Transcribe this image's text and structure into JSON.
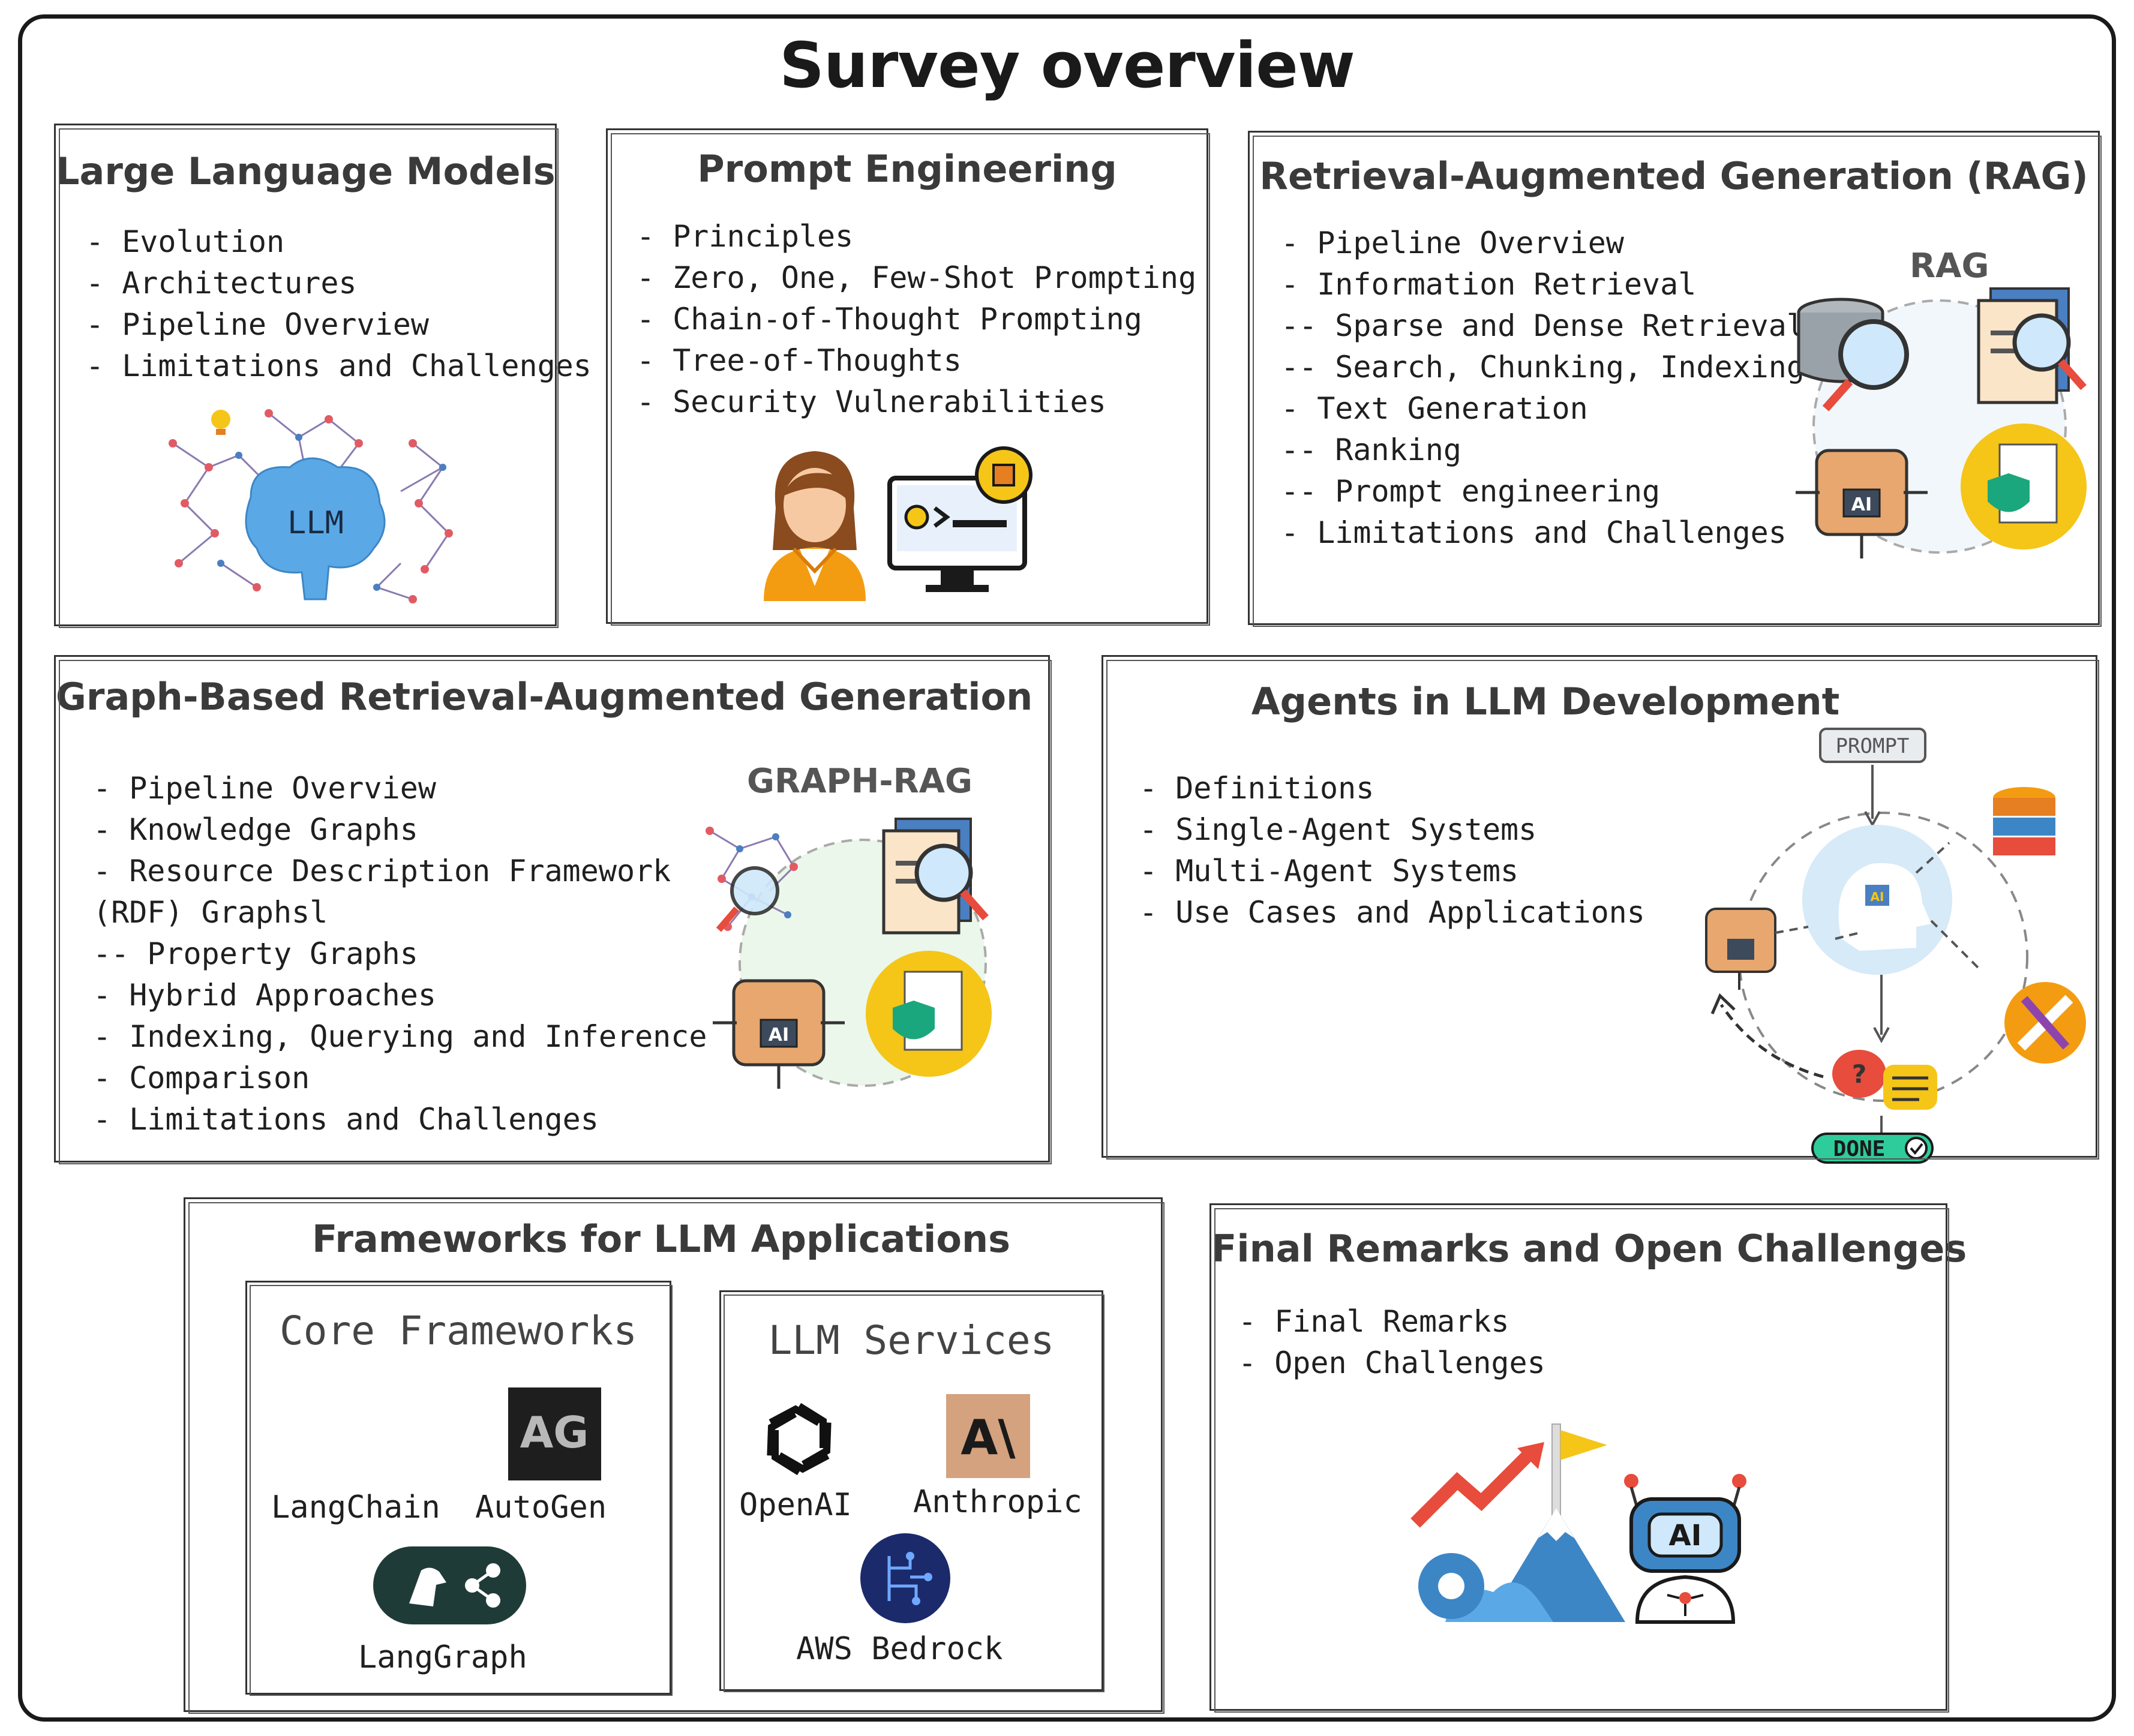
{
  "title": "Survey overview",
  "sections": {
    "llm": {
      "title": "Large Language Models",
      "items": [
        "- Evolution",
        "- Architectures",
        "- Pipeline Overview",
        "- Limitations and Challenges"
      ],
      "figure_text": "LLM"
    },
    "prompt": {
      "title": "Prompt Engineering",
      "items": [
        "- Principles",
        "- Zero, One, Few-Shot Prompting",
        "- Chain-of-Thought Prompting",
        "- Tree-of-Thoughts",
        "- Security Vulnerabilities"
      ]
    },
    "rag": {
      "title": "Retrieval-Augmented Generation (RAG)",
      "items": [
        "- Pipeline Overview",
        "- Information Retrieval",
        "-- Sparse and Dense Retrieval",
        "-- Search, Chunking, Indexing",
        "- Text Generation",
        "-- Ranking",
        "-- Prompt engineering",
        "- Limitations and Challenges"
      ],
      "figure_label": "RAG",
      "chip_text": "AI"
    },
    "graphrag": {
      "title": "Graph-Based Retrieval-Augmented Generation",
      "items": [
        "- Pipeline Overview",
        "- Knowledge Graphs",
        "- Resource Description Framework",
        "(RDF) Graphsl",
        "-- Property Graphs",
        "- Hybrid Approaches",
        "- Indexing, Querying and Inference",
        "- Comparison",
        "- Limitations and Challenges"
      ],
      "figure_label": "GRAPH-RAG",
      "chip_text": "AI"
    },
    "agents": {
      "title": "Agents in LLM Development",
      "items": [
        "- Definitions",
        "- Single-Agent Systems",
        "- Multi-Agent Systems",
        "- Use Cases and Applications"
      ],
      "prompt_label": "PROMPT",
      "done_label": "DONE",
      "chip_text": "AI"
    },
    "frameworks": {
      "title": "Frameworks for LLM Applications",
      "core": {
        "title": "Core Frameworks",
        "langchain": "LangChain",
        "autogen": "AutoGen",
        "autogen_logo": "AG",
        "langgraph": "LangGraph"
      },
      "services": {
        "title": "LLM Services",
        "openai": "OpenAI",
        "anthropic": "Anthropic",
        "anthropic_logo": "A\\",
        "bedrock": "AWS Bedrock"
      }
    },
    "final": {
      "title": "Final Remarks and Open Challenges",
      "items": [
        "- Final Remarks",
        "- Open Challenges"
      ],
      "robot_text": "AI"
    }
  },
  "colors": {
    "brain_blue": "#5aa9e6",
    "orange": "#f39c12",
    "yellow": "#f5c518",
    "red": "#e74c3c",
    "green_done": "#2ecc9a",
    "dark_teal": "#1f3b38",
    "anthropic_tan": "#d4a27f"
  }
}
